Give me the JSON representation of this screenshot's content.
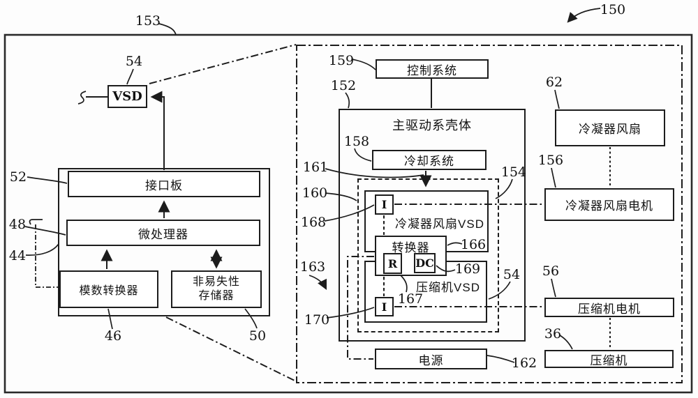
{
  "left": {
    "vsd": "VSD",
    "interface_board": "接口板",
    "microprocessor": "微处理器",
    "adc": "模数转换器",
    "nvm_line1": "非易失性",
    "nvm_line2": "存储器"
  },
  "right": {
    "control_system": "控制系统",
    "housing": "主驱动系壳体",
    "cooling_system": "冷却系统",
    "fan_vsd": "冷凝器风扇VSD",
    "converter": "转换器",
    "r": "R",
    "dc": "DC",
    "i_top": "I",
    "i_bottom": "I",
    "comp_vsd": "压缩机VSD",
    "power": "电源",
    "cond_fan": "冷凝器风扇",
    "cond_fan_motor": "冷凝器风扇电机",
    "comp_motor": "压缩机电机",
    "compressor": "压缩机"
  },
  "refs": {
    "n150": "150",
    "n153": "153",
    "n54_left": "54",
    "n52": "52",
    "n48": "48",
    "n44": "44",
    "n46": "46",
    "n50": "50",
    "n159": "159",
    "n152": "152",
    "n158": "158",
    "n161": "161",
    "n160": "160",
    "n168": "168",
    "n163": "163",
    "n170": "170",
    "n154": "154",
    "n166": "166",
    "n169": "169",
    "n167": "167",
    "n54_right": "54",
    "n62": "62",
    "n156": "156",
    "n56": "56",
    "n36": "36",
    "n162": "162"
  },
  "colors": {
    "ink": "#1c1c1c",
    "background": "#fdfdfd"
  }
}
